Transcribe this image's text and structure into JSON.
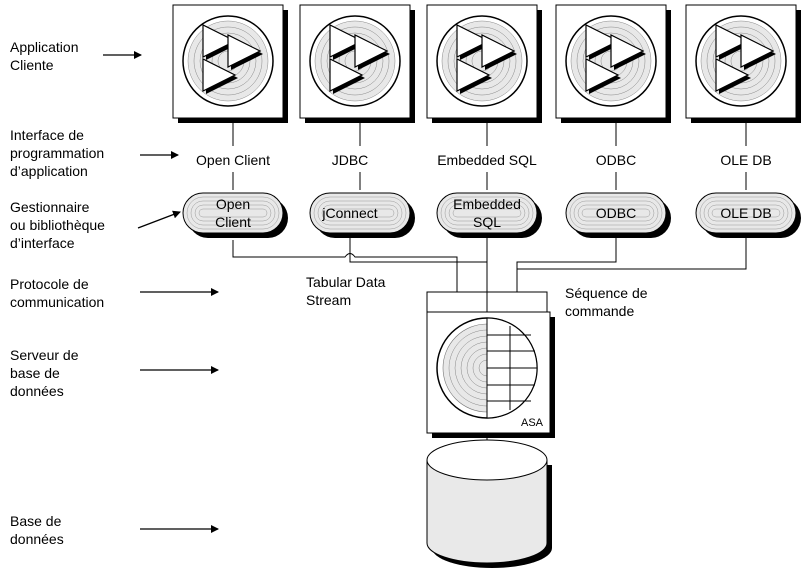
{
  "labels": {
    "app_client": [
      "Application",
      "Cliente"
    ],
    "api": [
      "Interface de",
      "programmation",
      "d’application"
    ],
    "interface_lib": [
      "Gestionnaire",
      "ou bibliothèque",
      "d’interface"
    ],
    "protocol": [
      "Protocole de",
      "communication"
    ],
    "server": [
      "Serveur de",
      "base de",
      "données"
    ],
    "database": [
      "Base de",
      "données"
    ]
  },
  "apis": [
    "Open Client",
    "JDBC",
    "Embedded SQL",
    "ODBC",
    "OLE DB"
  ],
  "drivers": [
    [
      "Open",
      "Client"
    ],
    [
      "jConnect"
    ],
    [
      "Embedded",
      "SQL"
    ],
    [
      "ODBC"
    ],
    [
      "OLE DB"
    ]
  ],
  "tds": [
    "Tabular Data",
    "Stream"
  ],
  "command_seq": [
    "Séquence de",
    "commande"
  ],
  "server_name": "ASA"
}
